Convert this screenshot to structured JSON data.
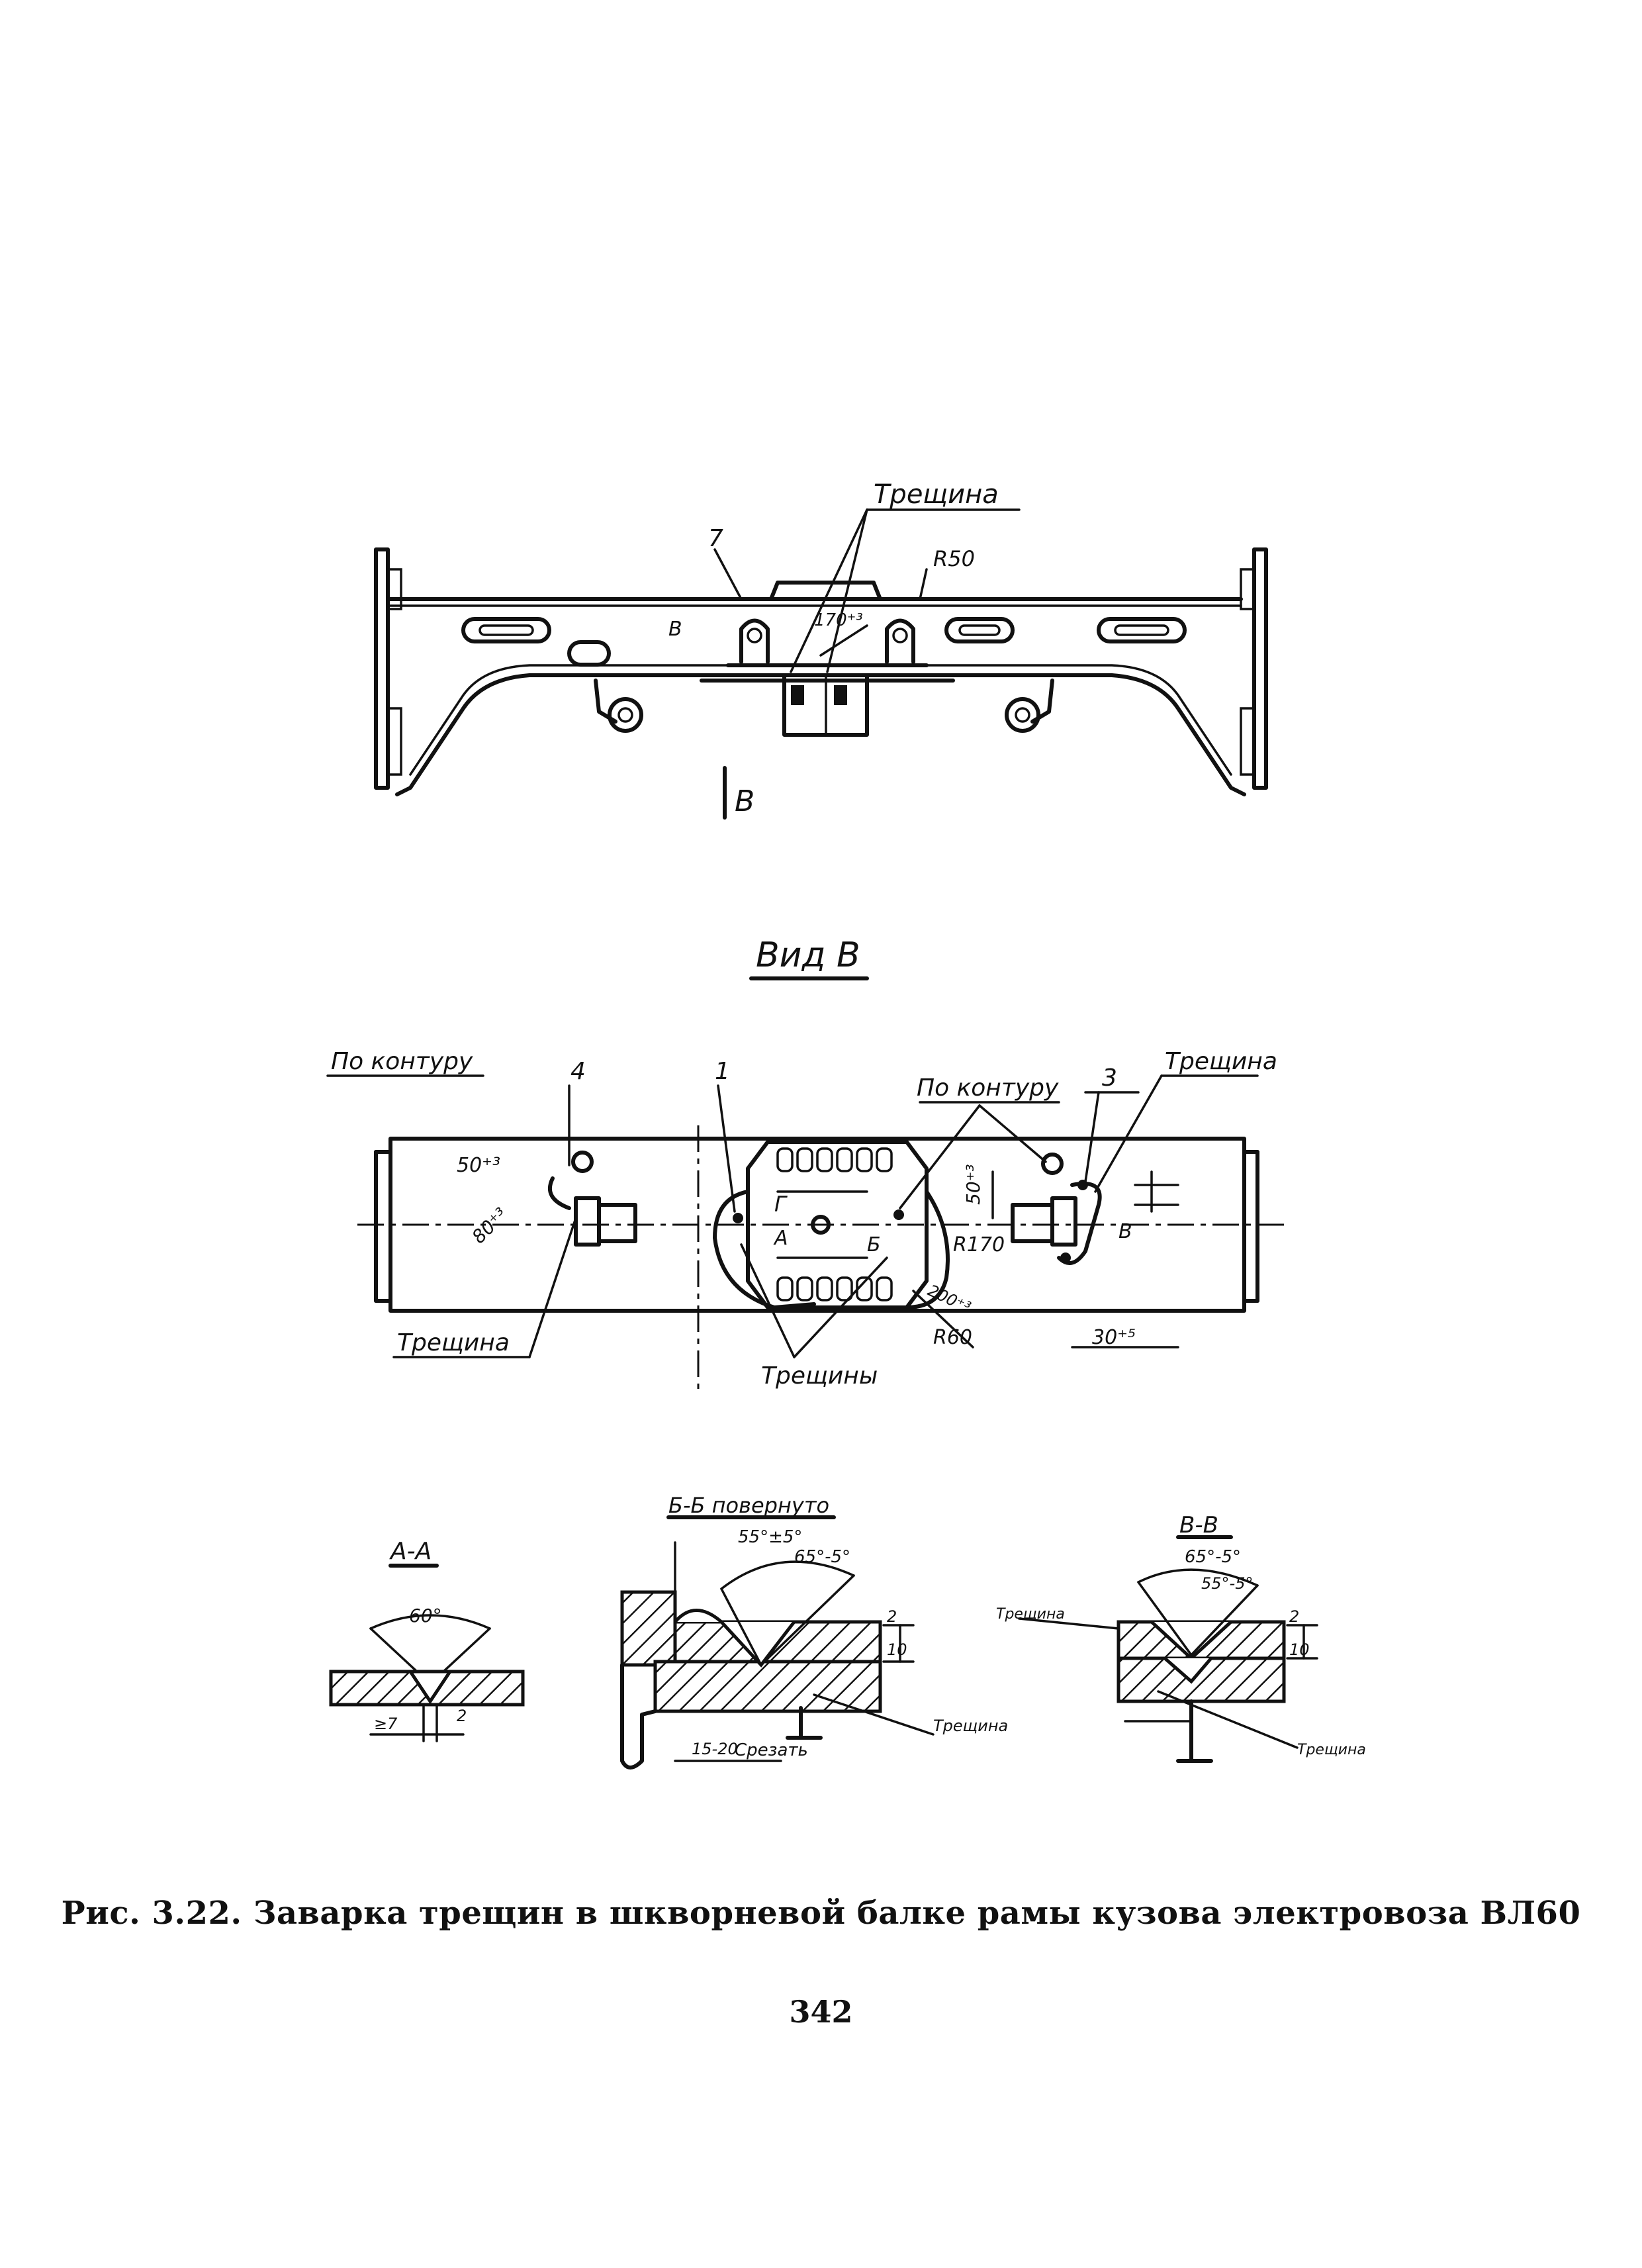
{
  "top_view": {
    "crack_label": "Трещина",
    "part_7": "7",
    "radius_label": "R50",
    "dim_label": "170⁺³",
    "section_mark": "B",
    "view_arrow_label": "B"
  },
  "view_b": {
    "title": "Вид В",
    "contour_left": "По контуру",
    "contour_right": "По контуру",
    "part_1": "1",
    "part_3": "3",
    "part_4": "4",
    "crack_top_right": "Трещина",
    "crack_bottom_left": "Трещина",
    "cracks_label": "Трещины",
    "dim_50_left": "50⁺³",
    "dim_80": "80⁺³",
    "dim_50_right": "50⁺³",
    "dim_30": "30⁺⁵",
    "r170": "R170",
    "r60": "R60",
    "dim_200": "200⁺³",
    "g_label": "Г",
    "a_label": "А",
    "b_label": "Б",
    "v_label": "В"
  },
  "section_aa": {
    "title": "А-А",
    "angle": "60°",
    "gap": "≥7",
    "thick": "2"
  },
  "section_bb": {
    "title": "Б-Б повернуто",
    "angle1": "55°±5°",
    "angle2": "65°-5°",
    "dim_15_20": "15-20",
    "note": "Срезать",
    "crack": "Трещина",
    "d1": "2",
    "d2": "10"
  },
  "section_vv": {
    "title": "В-В",
    "angle": "65°-5°",
    "angle2": "55°-5°",
    "crack_left": "Трещина",
    "crack_right": "Трещина",
    "d1": "2",
    "d2": "10"
  },
  "caption": "Рис. 3.22. Заварка трещин в шкворневой балке рамы кузова электровоза ВЛ60",
  "page_number": "342"
}
